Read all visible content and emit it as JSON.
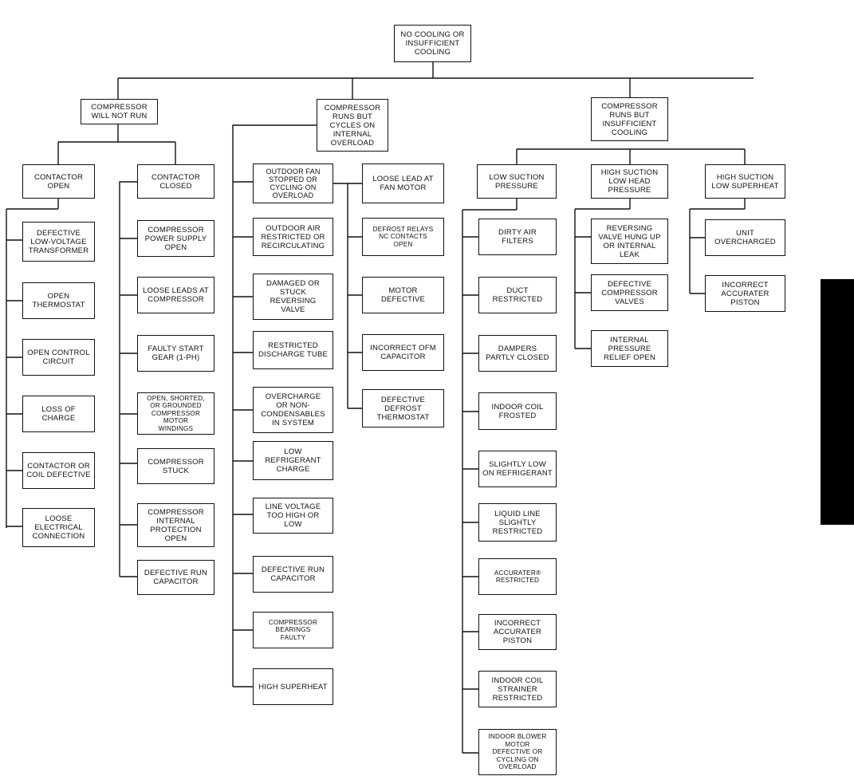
{
  "diagram": {
    "root": "NO COOLING OR\nINSUFFICIENT\nCOOLING",
    "branches": {
      "no_run": {
        "title": "COMPRESSOR\nWILL NOT RUN",
        "contactor_open": {
          "title": "CONTACTOR\nOPEN",
          "causes": [
            "DEFECTIVE\nLOW-VOLTAGE\nTRANSFORMER",
            "OPEN\nTHERMOSTAT",
            "OPEN CONTROL\nCIRCUIT",
            "LOSS OF CHARGE",
            "CONTACTOR OR\nCOIL DEFECTIVE",
            "LOOSE\nELECTRICAL\nCONNECTION"
          ]
        },
        "contactor_closed": {
          "title": "CONTACTOR\nCLOSED",
          "causes": [
            "COMPRESSOR\nPOWER SUPPLY\nOPEN",
            "LOOSE LEADS AT\nCOMPRESSOR",
            "FAULTY START\nGEAR (1-PH)",
            "OPEN, SHORTED,\nOR GROUNDED\nCOMPRESSOR\nMOTOR\nWINDINGS",
            "COMPRESSOR\nSTUCK",
            "COMPRESSOR\nINTERNAL\nPROTECTION\nOPEN",
            "DEFECTIVE RUN\nCAPACITOR"
          ]
        }
      },
      "cycles": {
        "title": "COMPRESSOR\nRUNS BUT\nCYCLES ON\nINTERNAL\nOVERLOAD",
        "left_causes": [
          "OUTDOOR FAN\nSTOPPED OR\nCYCLING ON\nOVERLOAD",
          "OUTDOOR AIR\nRESTRICTED OR\nRECIRCULATING",
          "DAMAGED OR\nSTUCK\nREVERSING\nVALVE",
          "RESTRICTED\nDISCHARGE TUBE",
          "OVERCHARGE\nOR NON-\nCONDENSABLES\nIN SYSTEM",
          "LOW\nREFRIGERANT\nCHARGE",
          "LINE VOLTAGE\nTOO HIGH OR\nLOW",
          "DEFECTIVE RUN\nCAPACITOR",
          "COMPRESSOR\nBEARINGS\nFAULTY",
          "HIGH SUPERHEAT"
        ],
        "fan_causes": [
          "LOOSE LEAD AT\nFAN MOTOR",
          "DEFROST RELAYS\nNC CONTACTS\nOPEN",
          "MOTOR\nDEFECTIVE",
          "INCORRECT OFM\nCAPACITOR",
          "DEFECTIVE\nDEFROST\nTHERMOSTAT"
        ]
      },
      "insufficient": {
        "title": "COMPRESSOR\nRUNS BUT\nINSUFFICIENT\nCOOLING",
        "low_suction": {
          "title": "LOW SUCTION\nPRESSURE",
          "causes": [
            "DIRTY AIR\nFILTERS",
            "DUCT\nRESTRICTED",
            "DAMPERS\nPARTLY CLOSED",
            "INDOOR COIL\nFROSTED",
            "SLIGHTLY LOW\nON REFRIGERANT",
            "LIQUID LINE\nSLIGHTLY\nRESTRICTED",
            "ACCURATER®\nRESTRICTED",
            "INCORRECT\nACCURATER\nPISTON",
            "INDOOR COIL\nSTRAINER\nRESTRICTED",
            "INDOOR BLOWER\nMOTOR\nDEFECTIVE OR\nCYCLING ON\nOVERLOAD"
          ]
        },
        "high_suction_low_head": {
          "title": "HIGH SUCTION\nLOW HEAD\nPRESSURE",
          "causes": [
            "REVERSING\nVALVE HUNG UP\nOR INTERNAL\nLEAK",
            "DEFECTIVE\nCOMPRESSOR\nVALVES",
            "INTERNAL\nPRESSURE\nRELIEF OPEN"
          ]
        },
        "high_suction_low_superheat": {
          "title": "HIGH SUCTION\nLOW SUPERHEAT",
          "causes": [
            "UNIT\nOVERCHARGED",
            "INCORRECT\nACCURATER\nPISTON"
          ]
        }
      }
    }
  }
}
